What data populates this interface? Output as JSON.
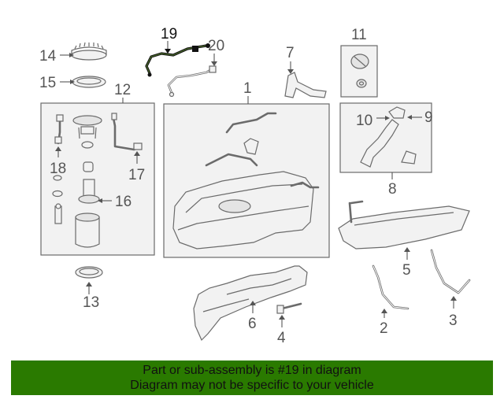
{
  "callouts": {
    "n1": "1",
    "n2": "2",
    "n3": "3",
    "n4": "4",
    "n5": "5",
    "n6": "6",
    "n7": "7",
    "n8": "8",
    "n9": "9",
    "n10": "10",
    "n11": "11",
    "n12": "12",
    "n13": "13",
    "n14": "14",
    "n15": "15",
    "n16": "16",
    "n17": "17",
    "n18": "18",
    "n19": "19",
    "n20": "20"
  },
  "highlighted_part": "19",
  "colors": {
    "footer_bg": "#2a7a00",
    "highlight": "#111111",
    "lineart": "#6b6b6b"
  },
  "footer": {
    "line1": "Part or sub-assembly is #19 in diagram",
    "line2": "Diagram may not be specific to your vehicle"
  }
}
